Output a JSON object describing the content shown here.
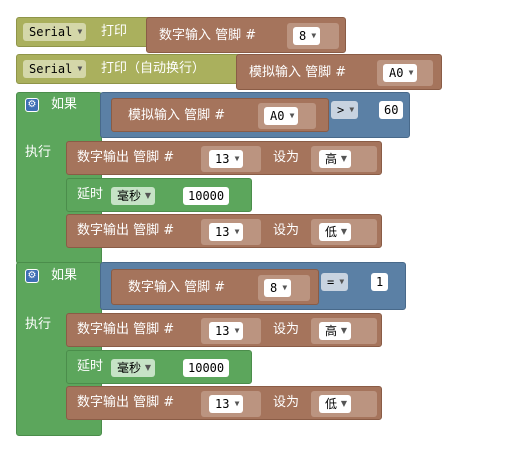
{
  "blocks": {
    "serial_label": "Serial",
    "print": "打印",
    "println": "打印（自动换行）",
    "digital_read": "数字输入 管脚 #",
    "analog_read": "模拟输入 管脚 #",
    "digital_write": "数字输出 管脚 #",
    "set_to": "设为",
    "if": "如果",
    "do": "执行",
    "delay": "延时",
    "unit_ms": "毫秒",
    "pin_8": "8",
    "pin_a0": "A0",
    "pin_13": "13",
    "op_gt": ">",
    "op_eq": "=",
    "val_60": "60",
    "val_1": "1",
    "val_10000": "10000",
    "high": "高",
    "low": "低"
  },
  "icons": {
    "gear": "gear-icon",
    "dropdown": "chevron-down-icon"
  },
  "colors": {
    "serial": "#aab05d",
    "pin": "#a5745c",
    "logic": "#5b80a5",
    "control": "#5ca65c"
  }
}
